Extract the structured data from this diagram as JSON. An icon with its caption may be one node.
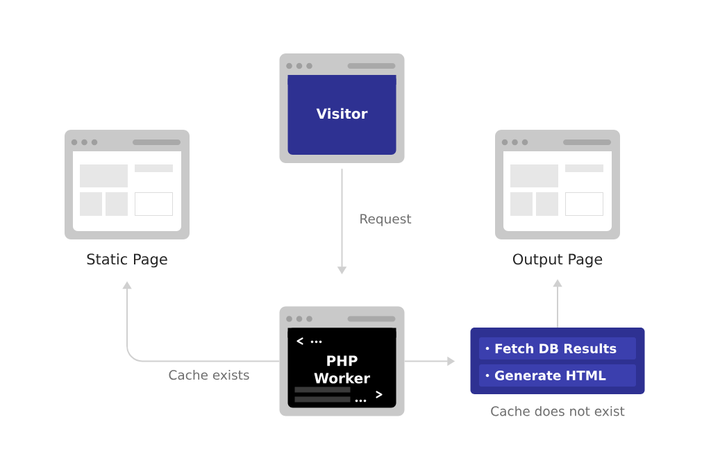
{
  "diagram": {
    "nodes": [
      {
        "text": [
          "Visitor"
        ]
      },
      {
        "text": [
          "Static Page"
        ]
      },
      {
        "text": [
          "Output Page"
        ]
      },
      {
        "text": [
          "PHP Worker"
        ]
      },
      {
        "text": [],
        "shape": "box",
        "beside": [
          "Cache does not exist"
        ]
      },
      {
        "text": [
          "Fetch DB Results"
        ],
        "in": 4
      },
      {
        "text": [
          "Generate HTML"
        ],
        "in": 4
      }
    ],
    "edges": [
      {
        "from": 0,
        "to": 3,
        "arrow": "to",
        "label": "Request"
      },
      {
        "from": 3,
        "to": 1,
        "arrow": "to",
        "label": "Cache exists"
      },
      {
        "from": 3,
        "to": 4,
        "arrow": "to"
      },
      {
        "from": 4,
        "to": 2,
        "arrow": "to"
      }
    ]
  }
}
